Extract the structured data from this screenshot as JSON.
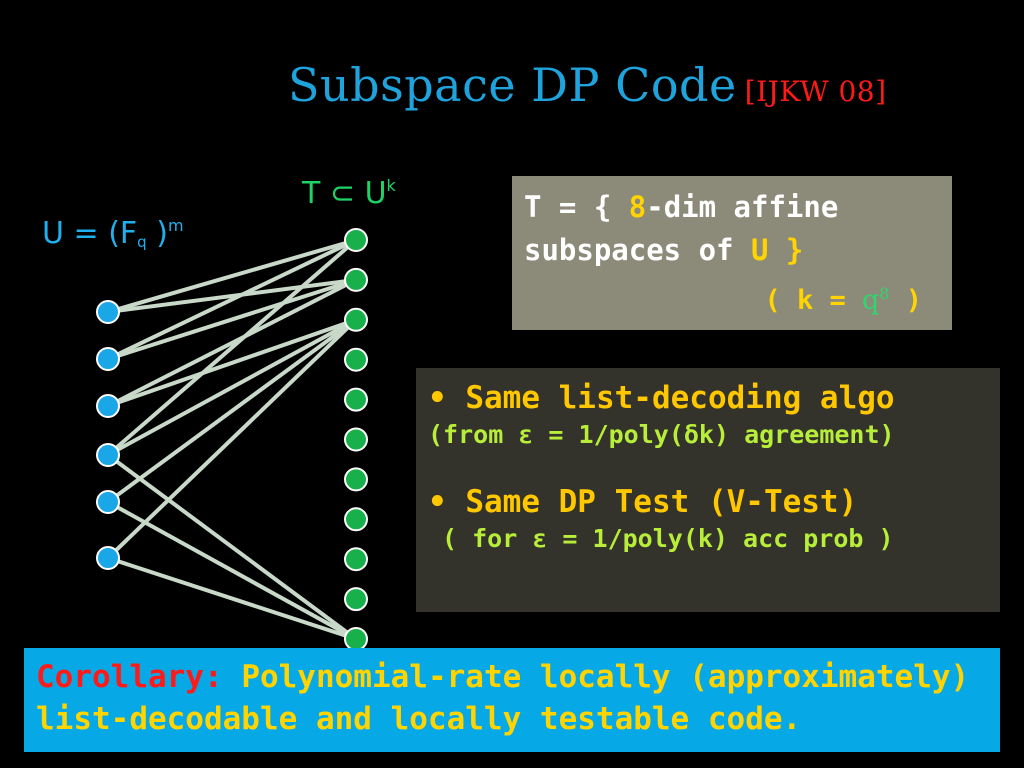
{
  "title": {
    "main": "Subspace DP Code",
    "citation": "[IJKW 08]"
  },
  "left_label": {
    "lhs": "U =",
    "open": "(",
    "field": "F",
    "field_sub": "q",
    "close": ")",
    "exp": "m"
  },
  "right_label": {
    "lhs": "T",
    "subset": "⊂",
    "rhs": "U",
    "exp": "k"
  },
  "box_t": {
    "line1_a": "T = {",
    "line1_num": "8",
    "line1_b": "-dim  affine",
    "line2_a": "subspaces of",
    "line2_u": "U",
    "line2_close": "}",
    "line3_open": "( k =",
    "line3_val": "q",
    "line3_exp": "8",
    "line3_close": ")"
  },
  "box_same": {
    "item1_title": "• Same list-decoding algo",
    "item1_detail": "(from ε = 1/poly(δk)  agreement)",
    "item2_title": "• Same DP Test (V-Test)",
    "item2_detail": "( for ε = 1/poly(k) acc prob )"
  },
  "corollary": {
    "label": "Corollary:",
    "text_line1": "Polynomial-rate locally (approximately)",
    "text_line2": "list-decodable and locally testable code."
  },
  "colors": {
    "left_node": "#1aa7e8",
    "right_node": "#17b04a",
    "edge": "#c9d9c9",
    "node_stroke": "#ffffff"
  },
  "graph": {
    "left_nodes": 6,
    "right_nodes": 11,
    "edges": [
      [
        0,
        0
      ],
      [
        0,
        1
      ],
      [
        1,
        0
      ],
      [
        1,
        1
      ],
      [
        2,
        1
      ],
      [
        2,
        2
      ],
      [
        3,
        0
      ],
      [
        3,
        2
      ],
      [
        3,
        10
      ],
      [
        4,
        2
      ],
      [
        4,
        10
      ],
      [
        5,
        2
      ],
      [
        5,
        10
      ]
    ]
  }
}
